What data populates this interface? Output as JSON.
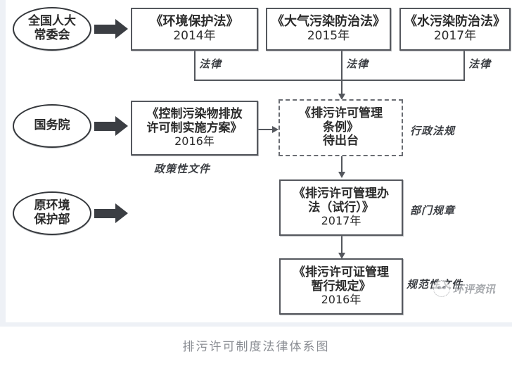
{
  "diagram": {
    "caption": "排污许可制度法律体系图",
    "watermark": "环评资讯",
    "authorities": [
      {
        "id": "npc",
        "label_line1": "全国人大",
        "label_line2": "常委会"
      },
      {
        "id": "state-council",
        "label_line1": "国务院",
        "label_line2": ""
      },
      {
        "id": "mep",
        "label_line1": "原环境",
        "label_line2": "保护部"
      }
    ],
    "laws": [
      {
        "id": "environmental-protection-law",
        "title": "《环境保护法》",
        "year": "2014年",
        "tier": "法律"
      },
      {
        "id": "air-pollution-law",
        "title": "《大气污染防治法》",
        "year": "2015年",
        "tier": "法律"
      },
      {
        "id": "water-pollution-law",
        "title": "《水污染防治法》",
        "year": "2017年",
        "tier": "法律"
      }
    ],
    "policy_document": {
      "id": "pollutant-discharge-permit-plan",
      "title_line1": "《控制污染物排放",
      "title_line2": "许可制实施方案》",
      "year": "2016年",
      "tier": "政策性文件"
    },
    "regulation_pending": {
      "id": "discharge-permit-regulation",
      "title_line1": "《排污许可管理",
      "title_line2": "条例》",
      "status": "待出台",
      "tier": "行政法规"
    },
    "department_rule": {
      "id": "discharge-permit-measures-trial",
      "title_line1": "《排污许可管理办",
      "title_line2": "法（试行）》",
      "year": "2017年",
      "tier": "部门规章"
    },
    "normative_document": {
      "id": "discharge-permit-interim-provisions",
      "title_line1": "《排污许可证管理",
      "title_line2": "暂行规定》",
      "year": "2016年",
      "tier": "规范性文件"
    }
  },
  "colors": {
    "box_border": "#55585e",
    "dashed_border": "#6a6d73",
    "connector": "#54575d",
    "block_arrow": "#3b3e43",
    "text": "#2b2b2b",
    "caption_text": "#8a8d93",
    "watermark_text": "#85888e",
    "background": "#ffffff"
  }
}
